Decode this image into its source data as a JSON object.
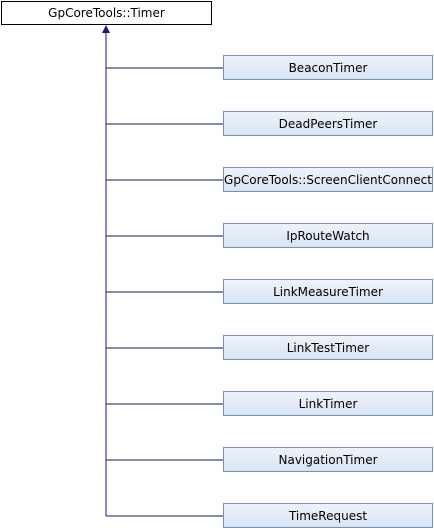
{
  "diagram": {
    "type": "inheritance",
    "base_class": "GpCoreTools::Timer",
    "derived_classes": [
      "BeaconTimer",
      "DeadPeersTimer",
      "GpCoreTools::ScreenClientConnect",
      "IpRouteWatch",
      "LinkMeasureTimer",
      "LinkTestTimer",
      "LinkTimer",
      "NavigationTimer",
      "TimeRequest"
    ],
    "colors": {
      "edge": "#1a1a7a",
      "derived_fill": "#dfe7f3",
      "derived_border": "#7a8fb5",
      "base_border": "#000000"
    }
  }
}
